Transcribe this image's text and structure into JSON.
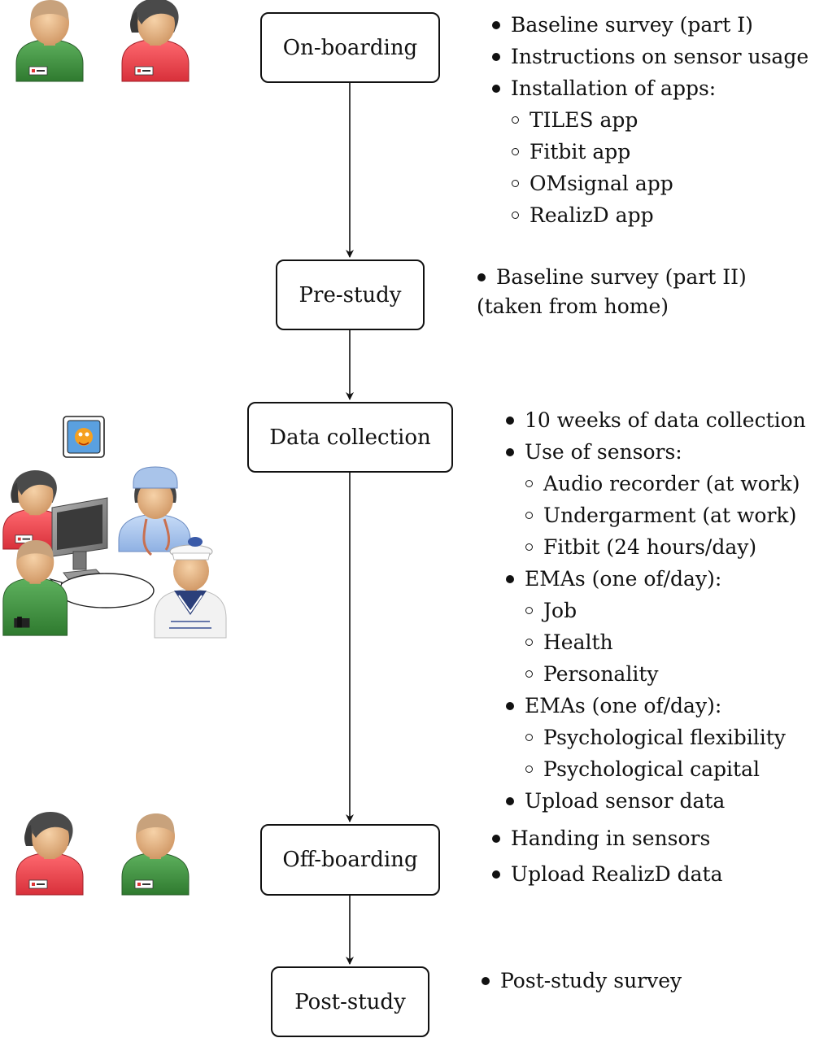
{
  "stages": [
    {
      "id": "onboarding",
      "label": "On-boarding",
      "notes": [
        {
          "level": 1,
          "text": "Baseline survey (part I)"
        },
        {
          "level": 1,
          "text": "Instructions on sensor usage"
        },
        {
          "level": 1,
          "text": "Installation of apps:"
        },
        {
          "level": 2,
          "text": "TILES app"
        },
        {
          "level": 2,
          "text": "Fitbit app"
        },
        {
          "level": 2,
          "text": "OMsignal app"
        },
        {
          "level": 2,
          "text": "RealizD app"
        }
      ]
    },
    {
      "id": "prestudy",
      "label": "Pre-study",
      "notes": [
        {
          "level": 1,
          "text": "Baseline survey (part II)"
        },
        {
          "level": 0,
          "text": "(taken from home)"
        }
      ]
    },
    {
      "id": "datacollection",
      "label": "Data collection",
      "notes": [
        {
          "level": 1,
          "text": "10 weeks of data collection"
        },
        {
          "level": 1,
          "text": "Use of sensors:"
        },
        {
          "level": 2,
          "text": "Audio recorder (at work)"
        },
        {
          "level": 2,
          "text": "Undergarment (at work)"
        },
        {
          "level": 2,
          "text": "Fitbit (24 hours/day)"
        },
        {
          "level": 1,
          "text": "EMAs (one of/day):"
        },
        {
          "level": 2,
          "text": "Job"
        },
        {
          "level": 2,
          "text": "Health"
        },
        {
          "level": 2,
          "text": "Personality"
        },
        {
          "level": 1,
          "text": "EMAs (one of/day):"
        },
        {
          "level": 2,
          "text": "Psychological flexibility"
        },
        {
          "level": 2,
          "text": "Psychological capital"
        },
        {
          "level": 1,
          "text": "Upload sensor data"
        }
      ]
    },
    {
      "id": "offboarding",
      "label": "Off-boarding",
      "notes": [
        {
          "level": 1,
          "text": "Handing in sensors"
        },
        {
          "level": 1,
          "text": "Upload RealizD data"
        }
      ]
    },
    {
      "id": "poststudy",
      "label": "Post-study",
      "notes": [
        {
          "level": 1,
          "text": "Post-study survey"
        }
      ]
    }
  ],
  "colors": {
    "stroke": "#111111",
    "person_green": "#3f8f3f",
    "person_red": "#e8404a",
    "skin": "#e0b184",
    "hair_dark": "#444444",
    "hair_light": "#c8a27c"
  },
  "icons": [
    "male-user-icon",
    "female-user-icon",
    "computer-monitor-icon",
    "nurse-icon",
    "sailor-icon",
    "app-badge-icon",
    "speech-bubble-icon"
  ]
}
